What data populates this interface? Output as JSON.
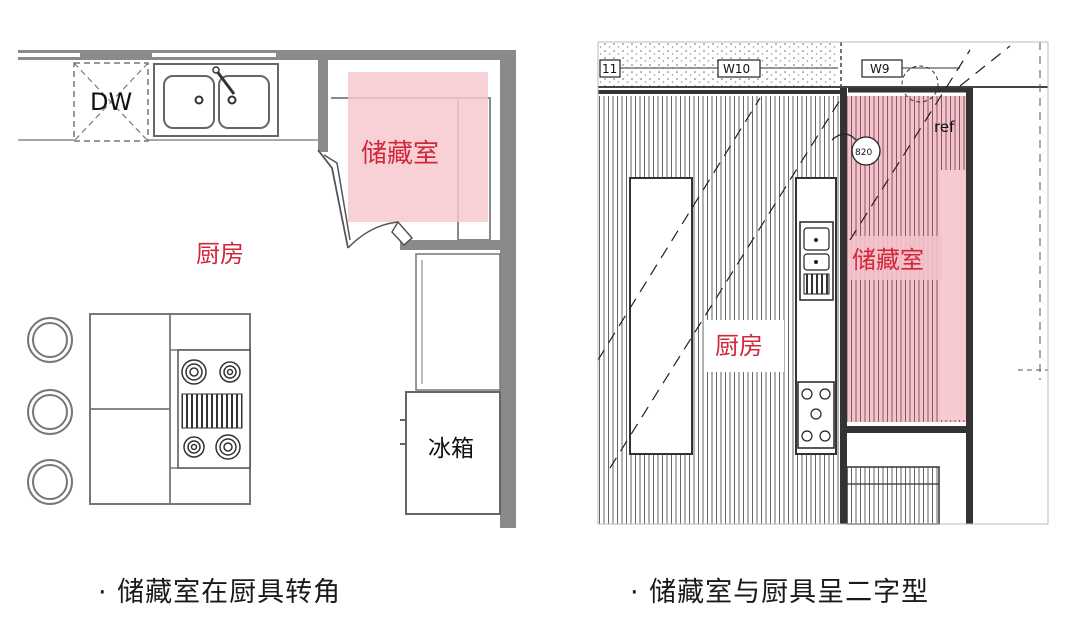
{
  "left_plan": {
    "dishwasher_label": "DW",
    "pantry_label": "储藏室",
    "kitchen_label": "厨房",
    "fridge_label": "冰箱",
    "caption": "· 储藏室在厨具转角"
  },
  "right_plan": {
    "tag_w11": "11",
    "tag_w10": "W10",
    "tag_w9": "W9",
    "ref_label": "ref",
    "door_tag": "820",
    "pantry_label": "储藏室",
    "kitchen_label": "厨房",
    "caption": "· 储藏室与厨具呈二字型"
  },
  "colors": {
    "pantry_highlight": "#f7c9d0",
    "label_red": "#d2273b",
    "wall_gray": "#8a8a8a"
  }
}
